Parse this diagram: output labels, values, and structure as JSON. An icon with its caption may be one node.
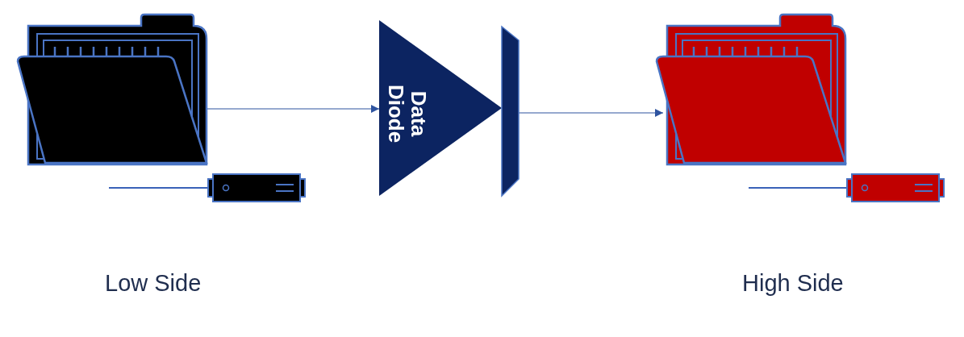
{
  "diagram": {
    "nodes": [
      {
        "text": [],
        "shape": "folder"
      },
      {
        "text": [
          "Data Diode"
        ]
      },
      {
        "text": [],
        "shape": "bar"
      },
      {
        "text": [],
        "shape": "folder"
      }
    ],
    "edges": [
      {
        "from": 0,
        "to": 1,
        "arrow": "to"
      },
      {
        "from": 2,
        "to": 3,
        "arrow": "to"
      }
    ],
    "labels": [
      "Low Side",
      "High Side"
    ]
  }
}
